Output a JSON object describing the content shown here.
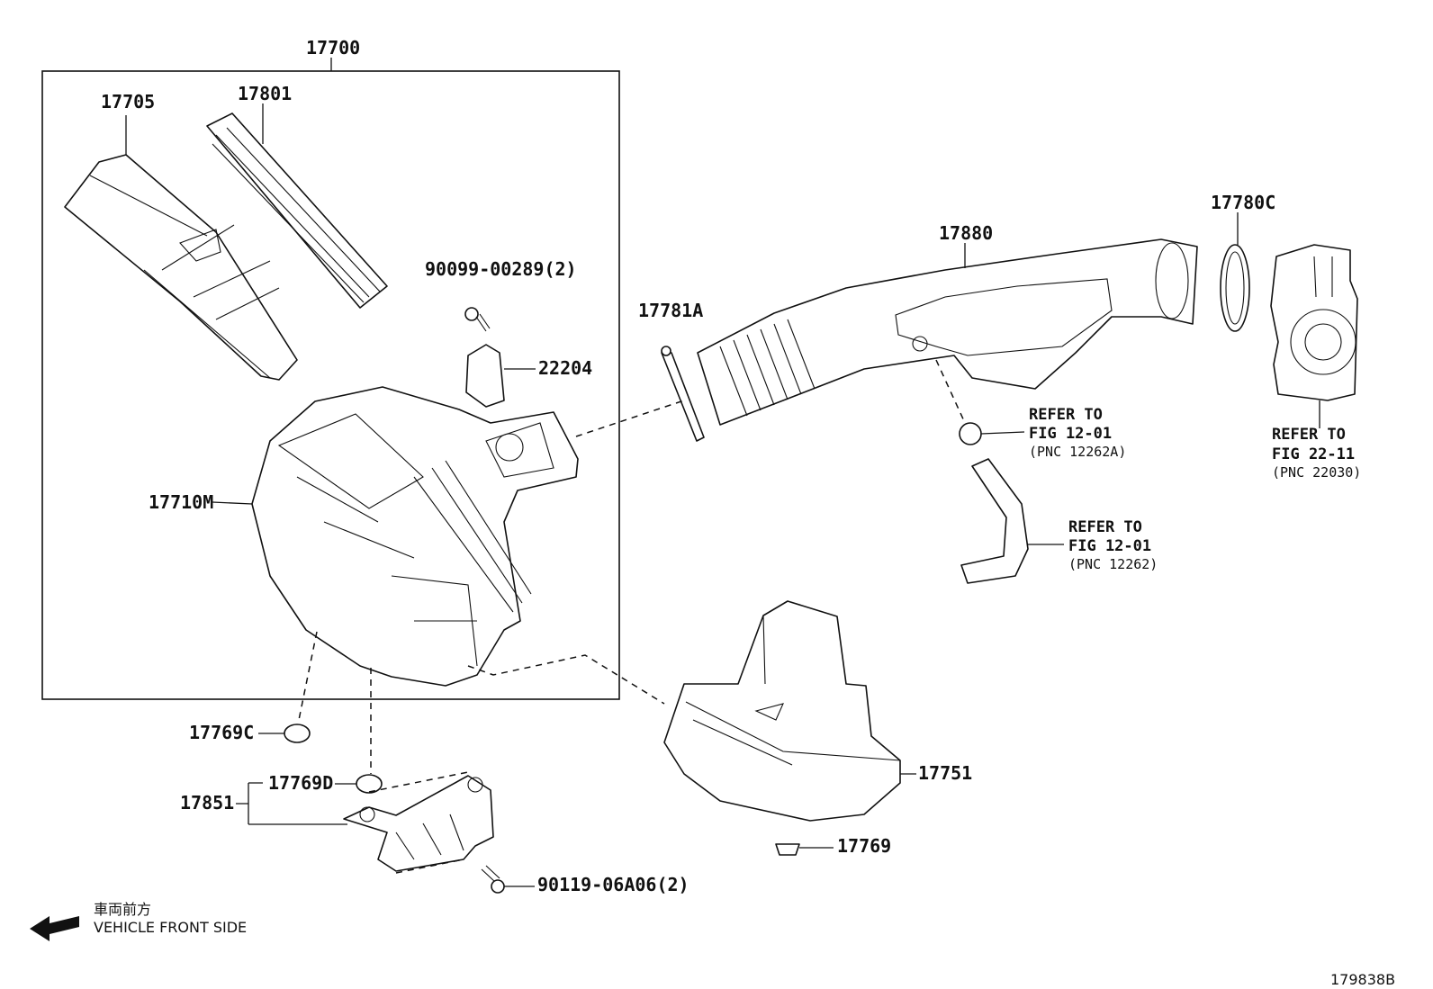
{
  "parts": {
    "p17700": "17700",
    "p17705": "17705",
    "p17801": "17801",
    "p90099": "90099-00289(2)",
    "p22204": "22204",
    "p17710M": "17710M",
    "p17781A": "17781A",
    "p17880": "17880",
    "p17780C": "17780C",
    "p17769C": "17769C",
    "p17769D": "17769D",
    "p17851": "17851",
    "p17751": "17751",
    "p17769": "17769",
    "p90119": "90119-06A06(2)"
  },
  "refs": {
    "r1": {
      "line1": "REFER TO",
      "line2": "FIG 12-01",
      "line3": "(PNC 12262A)"
    },
    "r2": {
      "line1": "REFER TO",
      "line2": "FIG 22-11",
      "line3": "(PNC 22030)"
    },
    "r3": {
      "line1": "REFER TO",
      "line2": "FIG 12-01",
      "line3": "(PNC 12262)"
    }
  },
  "footer": {
    "front_jp": "車両前方",
    "front_en": "VEHICLE FRONT SIDE",
    "code": "179838B",
    "arrow_icon": "arrow-left-icon"
  }
}
